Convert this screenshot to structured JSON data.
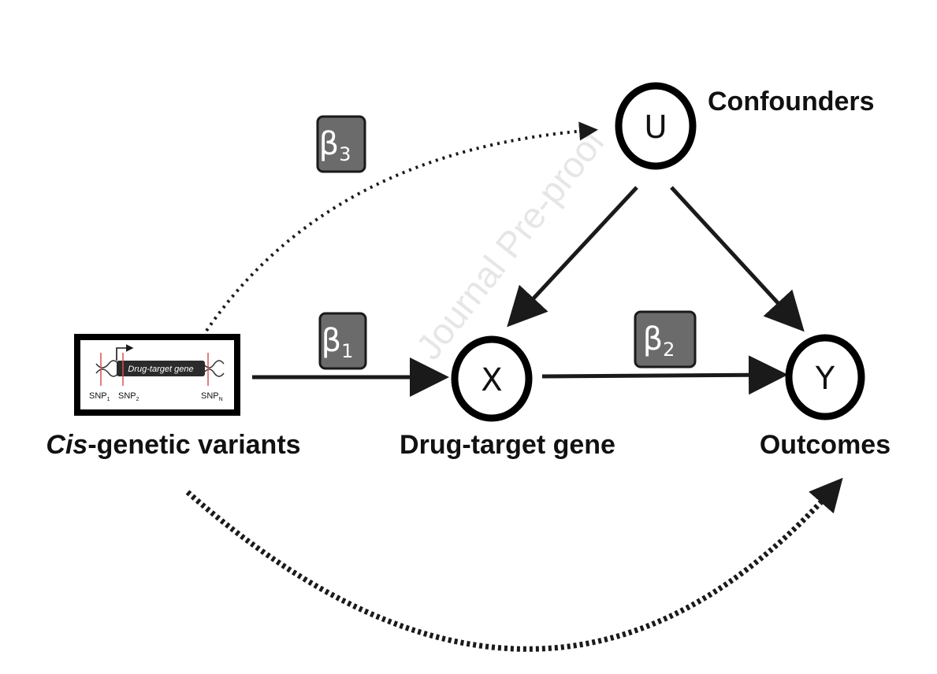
{
  "nodes": {
    "u": {
      "letter": "U",
      "label": "Confounders"
    },
    "x": {
      "letter": "X",
      "label": "Drug-target gene"
    },
    "y": {
      "letter": "Y",
      "label": "Outcomes"
    },
    "variants": {
      "label_italic": "Cis",
      "label_rest": "-genetic variants",
      "gene_label": "Drug-target gene",
      "snp_prefix": "SNP",
      "snp1_sub": "1",
      "snp2_sub": "2",
      "snpn_sub": "N"
    }
  },
  "betas": {
    "b1": {
      "symbol": "β",
      "sub": "1"
    },
    "b2": {
      "symbol": "β",
      "sub": "2"
    },
    "b3": {
      "symbol": "β",
      "sub": "3"
    }
  },
  "watermark": "Journal Pre-proof",
  "colors": {
    "ink": "#1a1a1a",
    "beta_box": "#6b6b6b",
    "snp_line": "#d9534f",
    "watermark": "#e6e6e6"
  }
}
